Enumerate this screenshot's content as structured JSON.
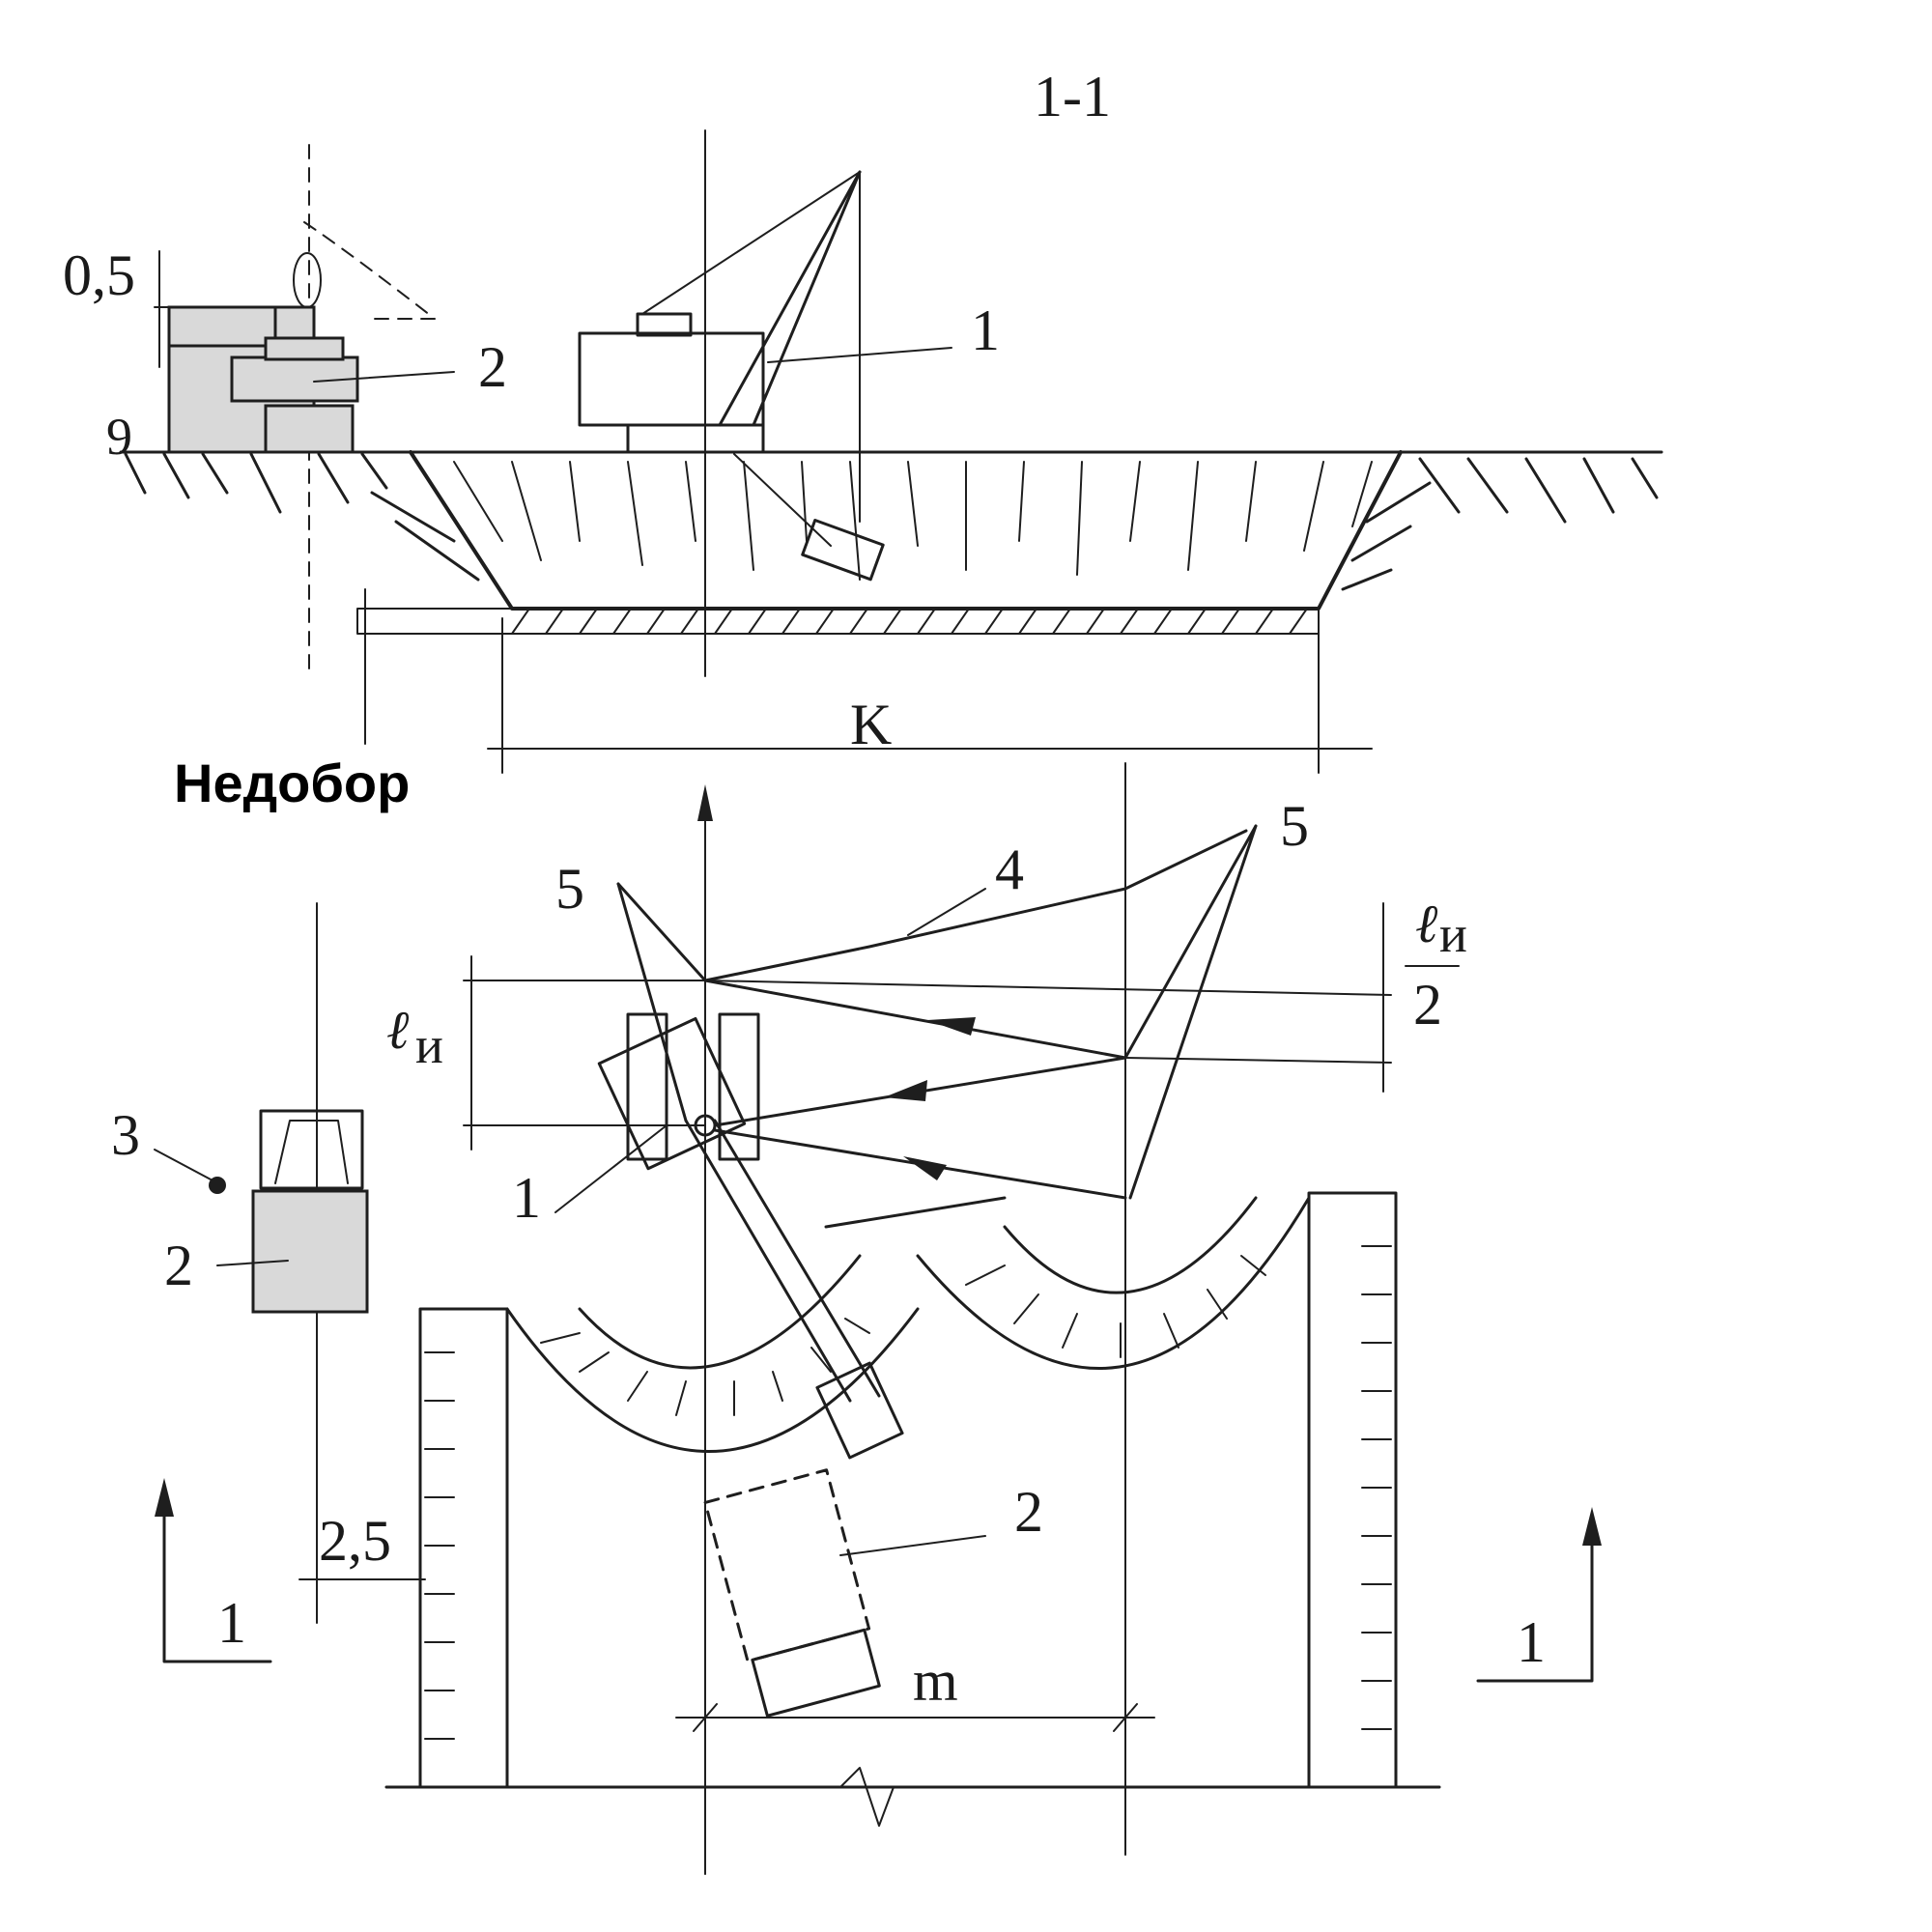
{
  "section_title": "1-1",
  "labels": {
    "excavator_top": "1",
    "truck_top": "2",
    "dim_half": "0,5",
    "dim_small": "9",
    "width_k": "K",
    "undercut": "Недобор",
    "plan_truck": "2",
    "plan_marker": "3",
    "plan_excavator": "1",
    "path_4": "4",
    "point_5_left": "5",
    "point_5_right": "5",
    "l_symbol": "ℓ",
    "l_sub": "и",
    "frac_num_l": "ℓ",
    "frac_num_sub": "и",
    "frac_den": "2",
    "loading_truck": "2",
    "dim_m": "m",
    "dim_2_5": "2,5",
    "cut_left": "1",
    "cut_right": "1"
  }
}
